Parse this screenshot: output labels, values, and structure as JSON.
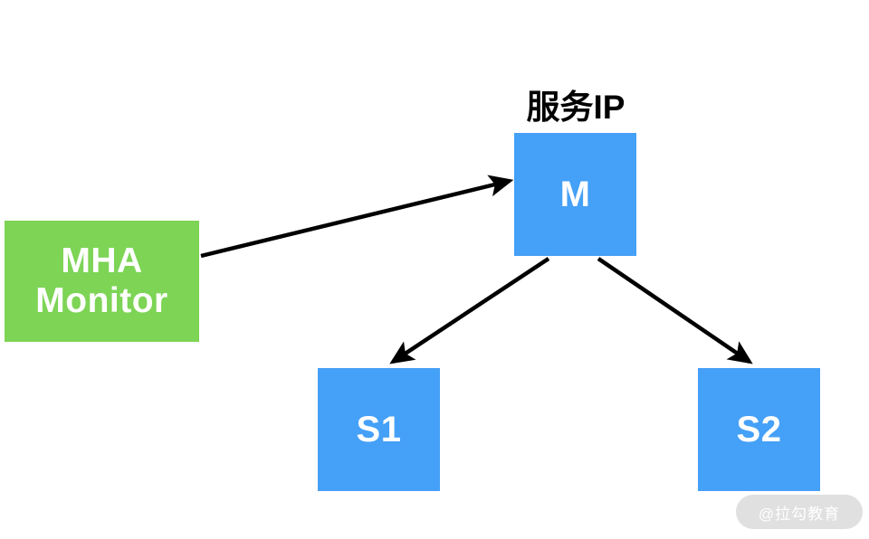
{
  "diagram": {
    "title_caption": "服务IP",
    "background_color": "#ffffff",
    "palette": {
      "blue": "#45a0f7",
      "green": "#7dd455",
      "edge": "#000000",
      "node_text": "#ffffff",
      "caption_text": "#000000",
      "watermark_pill": "#e0e0e0",
      "watermark_text": "#ffffff"
    },
    "nodes": [
      {
        "id": "mha-monitor",
        "label_line1": "MHA",
        "label_line2": "Monitor",
        "shape": "rectangle",
        "color": "#7dd455"
      },
      {
        "id": "master",
        "label": "M",
        "shape": "rectangle",
        "color": "#45a0f7"
      },
      {
        "id": "slave-1",
        "label": "S1",
        "shape": "rectangle",
        "color": "#45a0f7"
      },
      {
        "id": "slave-2",
        "label": "S2",
        "shape": "rectangle",
        "color": "#45a0f7"
      }
    ],
    "edges": [
      {
        "id": "mha-to-master",
        "from": "mha-monitor",
        "to": "master",
        "arrow": "single"
      },
      {
        "id": "master-to-slave-1",
        "from": "master",
        "to": "slave-1",
        "arrow": "single"
      },
      {
        "id": "master-to-slave-2",
        "from": "master",
        "to": "slave-2",
        "arrow": "single"
      }
    ]
  },
  "watermark": {
    "text": "@拉勾教育"
  }
}
